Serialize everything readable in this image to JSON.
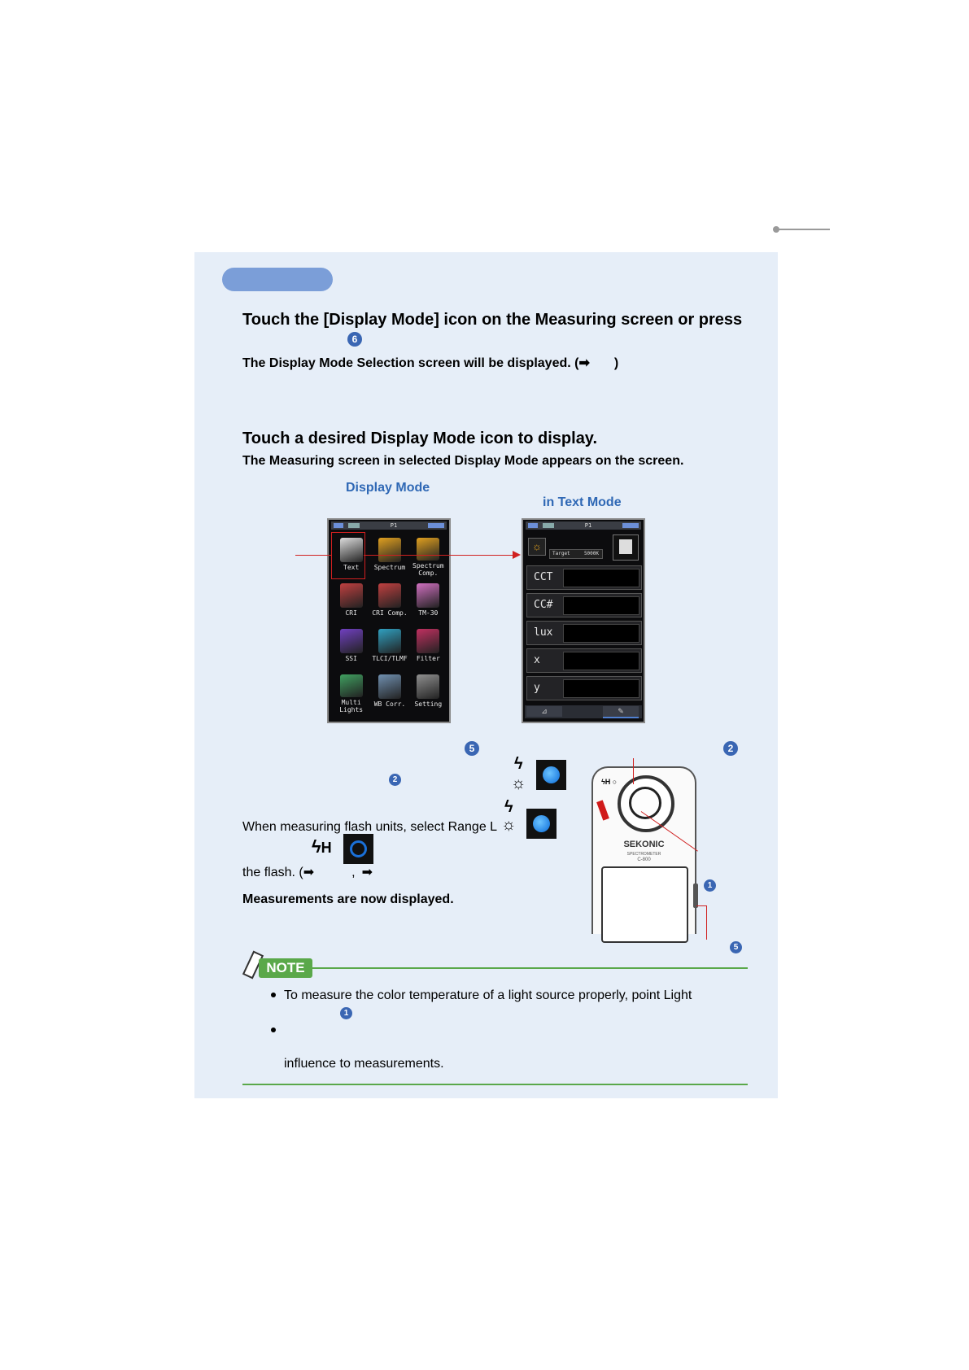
{
  "page": {
    "step1": {
      "heading": "Touch the [Display Mode] icon on the Measuring screen or press",
      "marker": "6",
      "subtext": "The Display Mode Selection screen will be displayed. (",
      "subtext_arrow": "➡",
      "subtext_end": ")"
    },
    "step2": {
      "heading": "Touch a desired Display Mode icon to display.",
      "subtext": "The Measuring screen in selected Display Mode appears on the screen."
    },
    "labels": {
      "display_mode": "Display Mode",
      "text_mode": "in Text Mode"
    },
    "mode_screen": {
      "status_center": "P1",
      "icons": [
        {
          "label": "Text",
          "color": "#dcdcdc"
        },
        {
          "label": "Spectrum",
          "color": "#e0a020"
        },
        {
          "label": "Spectrum\nComp.",
          "color": "#e0a020"
        },
        {
          "label": "CRI",
          "color": "#c04040"
        },
        {
          "label": "CRI Comp.",
          "color": "#c04040"
        },
        {
          "label": "TM-30",
          "color": "#d070c0"
        },
        {
          "label": "SSI",
          "color": "#7040c0"
        },
        {
          "label": "TLCI/TLMF",
          "color": "#30a0c0"
        },
        {
          "label": "Filter",
          "color": "#c03060"
        },
        {
          "label": "Multi\nLights",
          "color": "#40a060"
        },
        {
          "label": "WB Corr.",
          "color": "#7090b0"
        },
        {
          "label": "Setting",
          "color": "#909090"
        }
      ]
    },
    "text_screen": {
      "status_center": "P1",
      "target_label": "Target",
      "target_value": "5000K",
      "rows": [
        "CCT",
        "CC#",
        "lux",
        "x",
        "y"
      ]
    },
    "step3": {
      "marker_5": "5",
      "marker_2": "2",
      "line1": "When measuring flash units, select Range L",
      "line2_symbol": "H",
      "line3": "the flash. (",
      "line3_arrow": "➡",
      "line3_sep": ",",
      "line3_arrow2": "➡",
      "conclusion": "Measurements are now displayed."
    },
    "device": {
      "brand": "SEKONIC",
      "model_line": "SPECTROMETER",
      "model": "C-800",
      "marker_top": "2",
      "marker_side": "1",
      "marker_bottom": "5"
    },
    "note": {
      "title": "NOTE",
      "bullet1": "To measure the color temperature of a light source properly, point Light",
      "bullet1_marker": "1",
      "bullet2_end": "influence to measurements."
    }
  }
}
